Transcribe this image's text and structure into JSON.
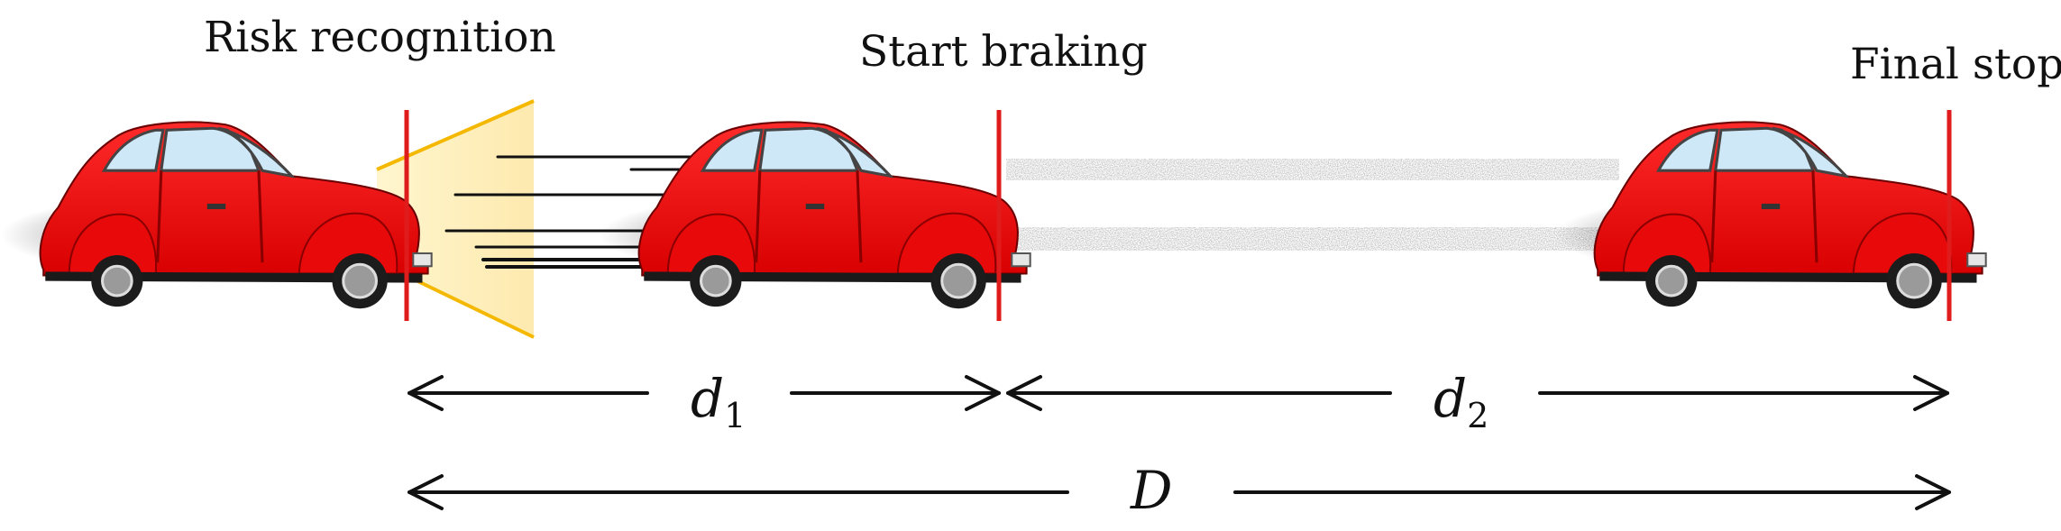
{
  "labels": {
    "risk_recognition": "Risk recognition",
    "start_braking": "Start braking",
    "final_stop": "Final stop"
  },
  "distances": {
    "d1": {
      "letter": "d",
      "sub": "1"
    },
    "d2": {
      "letter": "d",
      "sub": "2"
    },
    "total": {
      "letter": "D"
    }
  },
  "colors": {
    "car_body": "#ee0d0d",
    "marker_line": "#e01b1b",
    "headlight_beam": "#f5b800",
    "skid_marks": "#8a8a8a",
    "arrows": "#111111"
  }
}
